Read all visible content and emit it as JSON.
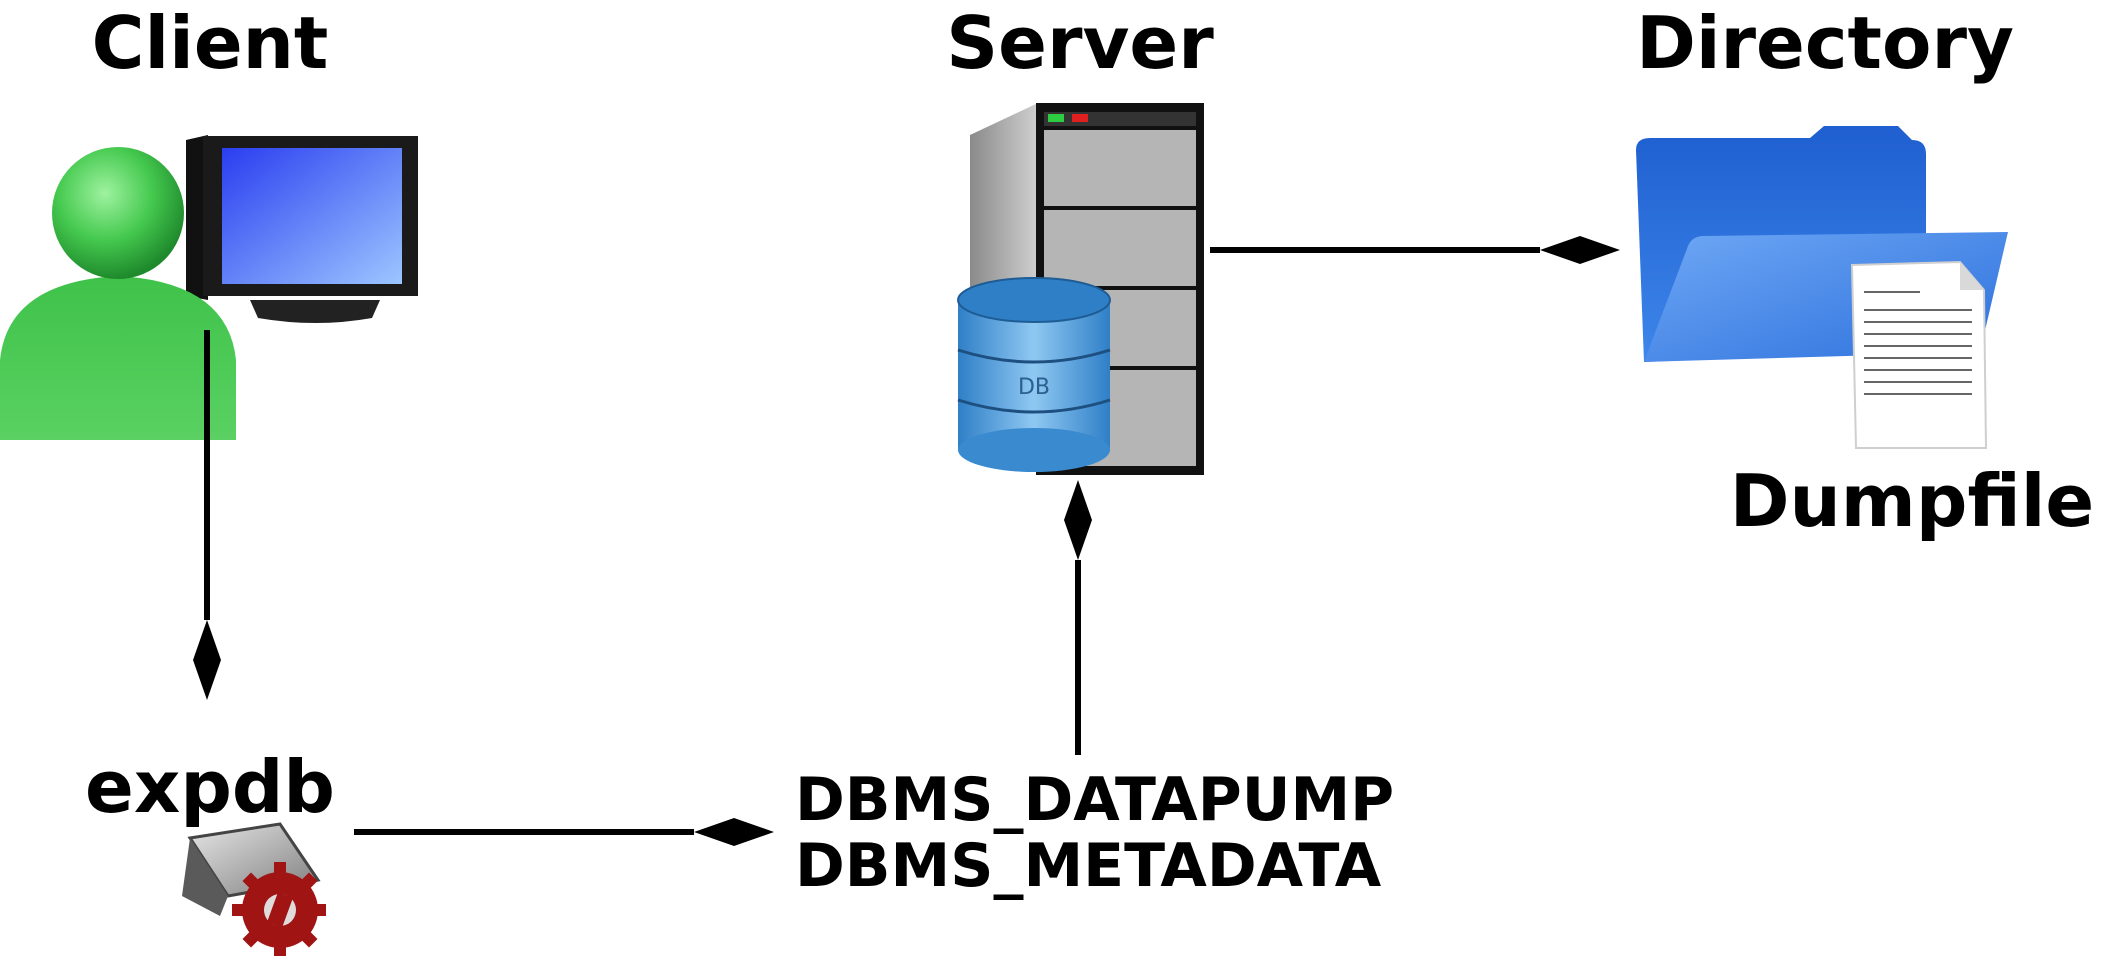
{
  "labels": {
    "client": "Client",
    "server": "Server",
    "directory": "Directory",
    "dumpfile": "Dumpfile",
    "expdb": "expdb",
    "api_line1": "DBMS_DATAPUMP",
    "api_line2": "DBMS_METADATA"
  },
  "icons": {
    "client": "user-with-computer-icon",
    "server": "server-tower-icon",
    "database": "database-cylinder-icon",
    "directory": "folder-icon",
    "dumpfile": "document-icon",
    "expdb": "cpu-gear-icon"
  },
  "database_label": "DB",
  "colors": {
    "person": "#45c94f",
    "monitor_screen": "#3b5cf0",
    "folder": "#2f74e0",
    "database": "#5aa7e6",
    "gear": "#b01818"
  }
}
